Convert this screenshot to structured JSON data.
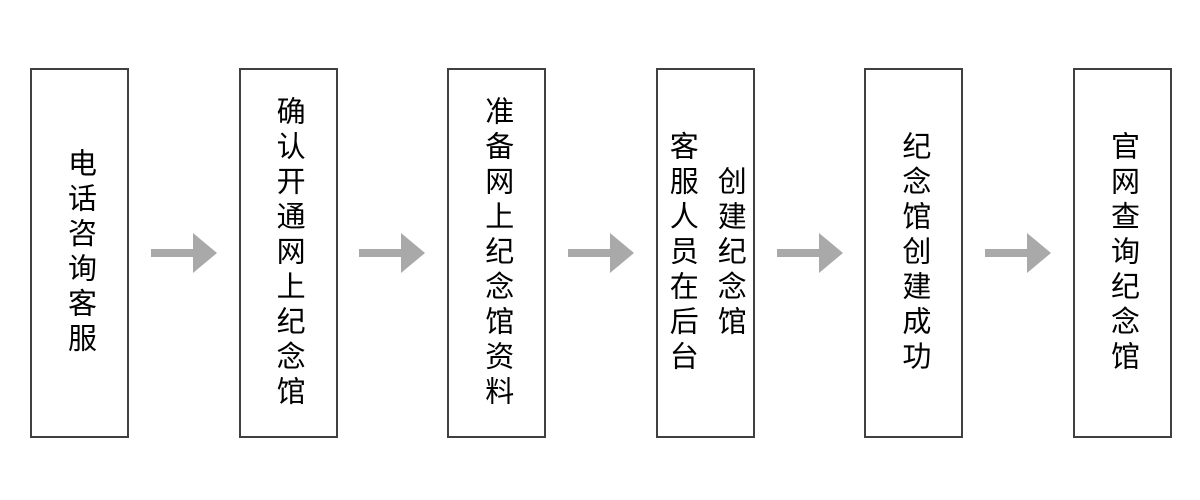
{
  "flow": {
    "title": "",
    "steps": [
      {
        "label": "电话咨询客服"
      },
      {
        "label": "确认开通网上纪念馆"
      },
      {
        "label": "准备网上纪念馆资料"
      },
      {
        "label": "客服人员在后台\n创建纪念馆"
      },
      {
        "label": "纪念馆创建成功"
      },
      {
        "label": "官网查询纪念馆"
      }
    ],
    "connector_icon": "arrow-right-icon",
    "colors": {
      "box_border": "#404040",
      "arrow": "#a9a9a9",
      "text": "#000000",
      "background": "#ffffff"
    }
  }
}
